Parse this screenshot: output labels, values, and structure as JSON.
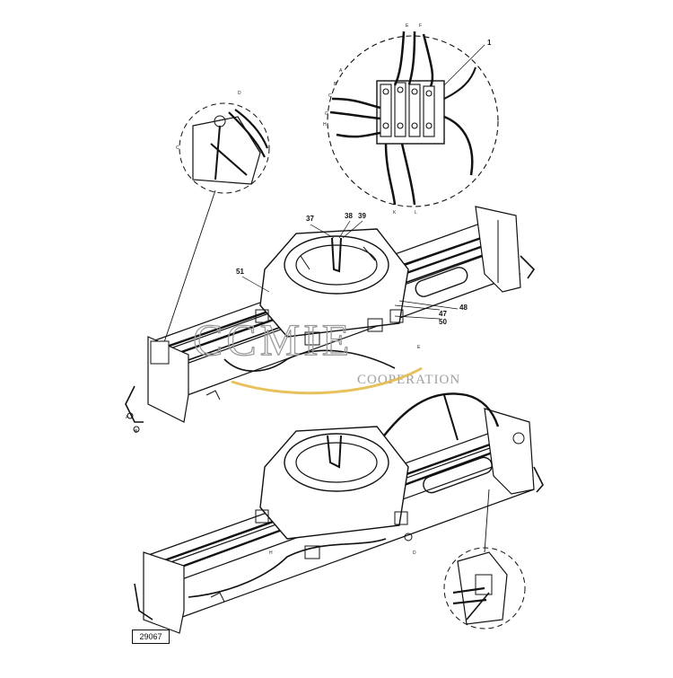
{
  "diagram": {
    "drawing_number": "29067",
    "watermark": {
      "brand": "CCMIE",
      "subtitle": "COOPERATION"
    },
    "callouts": [
      "1",
      "37",
      "38",
      "39",
      "51",
      "48",
      "47",
      "50"
    ],
    "detail_labels": {
      "top_circle": [
        "E",
        "F",
        "A",
        "B",
        "C",
        "G",
        "H",
        "K",
        "L"
      ],
      "left_circle": [
        "C",
        "D"
      ],
      "frame_top": [
        "E",
        "A",
        "B"
      ],
      "frame_bottom": [
        "H",
        "D"
      ]
    }
  }
}
